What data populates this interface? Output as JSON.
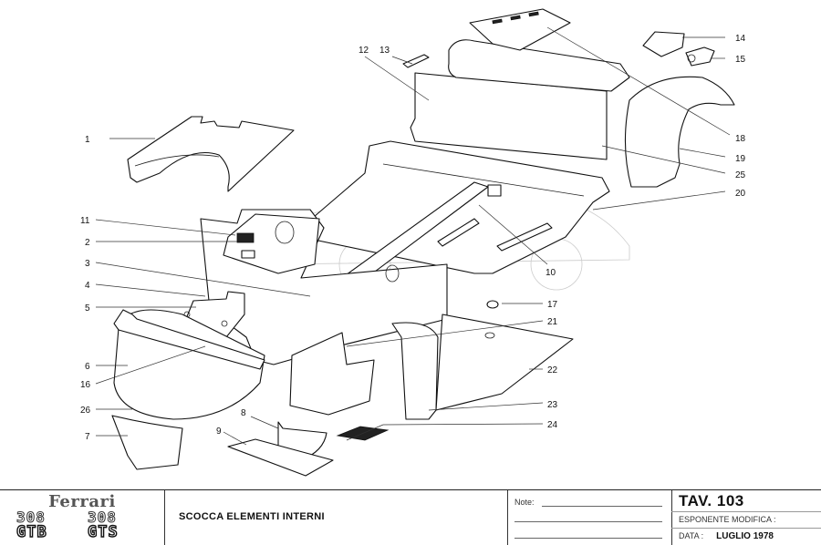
{
  "diagram": {
    "title": "SCOCCA ELEMENTI INTERNI",
    "callouts": [
      {
        "id": "1",
        "label": "1"
      },
      {
        "id": "2",
        "label": "2"
      },
      {
        "id": "3",
        "label": "3"
      },
      {
        "id": "4",
        "label": "4"
      },
      {
        "id": "5",
        "label": "5"
      },
      {
        "id": "6",
        "label": "6"
      },
      {
        "id": "7",
        "label": "7"
      },
      {
        "id": "8",
        "label": "8"
      },
      {
        "id": "9",
        "label": "9"
      },
      {
        "id": "10",
        "label": "10"
      },
      {
        "id": "11",
        "label": "11"
      },
      {
        "id": "12",
        "label": "12"
      },
      {
        "id": "13",
        "label": "13"
      },
      {
        "id": "14",
        "label": "14"
      },
      {
        "id": "15",
        "label": "15"
      },
      {
        "id": "16",
        "label": "16"
      },
      {
        "id": "17",
        "label": "17"
      },
      {
        "id": "18",
        "label": "18"
      },
      {
        "id": "19",
        "label": "19"
      },
      {
        "id": "20",
        "label": "20"
      },
      {
        "id": "21",
        "label": "21"
      },
      {
        "id": "22",
        "label": "22"
      },
      {
        "id": "23",
        "label": "23"
      },
      {
        "id": "24",
        "label": "24"
      },
      {
        "id": "25",
        "label": "25"
      },
      {
        "id": "26",
        "label": "26"
      }
    ]
  },
  "title_block": {
    "brand": "Ferrari",
    "models": [
      {
        "number": "308",
        "variant": "GTB"
      },
      {
        "number": "308",
        "variant": "GTS"
      }
    ],
    "document_title": "SCOCCA ELEMENTI INTERNI",
    "notes_label": "Note:",
    "table_number": "TAV. 103",
    "modification_label": "ESPONENTE  MODIFICA :",
    "date_label": "DATA :",
    "date_value": "LUGLIO 1978"
  },
  "colors": {
    "ink": "#111111",
    "paper": "#ffffff",
    "logo_gray": "#555555"
  }
}
